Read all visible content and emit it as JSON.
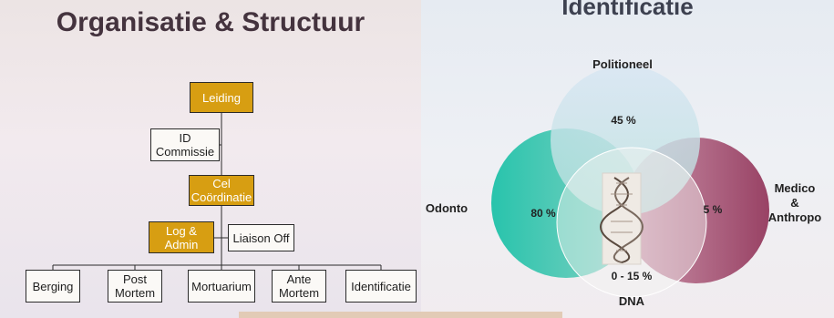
{
  "org_chart": {
    "title": "Organisatie & Structuur",
    "nodes": {
      "leiding": "Leiding",
      "id_commissie": "ID\nCommissie",
      "cel_coordinatie": "Cel\nCoördinatie",
      "log_admin": "Log &\nAdmin",
      "liaison_off": "Liaison Off",
      "berging": "Berging",
      "post_mortem": "Post\nMortem",
      "mortuarium": "Mortuarium",
      "ante_mortem": "Ante\nMortem",
      "identificatie": "Identificatie"
    }
  },
  "venn": {
    "title": "Identificatie",
    "sets": {
      "politioneel": {
        "label": "Politioneel",
        "value": "45 %",
        "color": "#c9e3ea"
      },
      "odonto": {
        "label": "Odonto",
        "value": "80 %",
        "color": "#1fae98"
      },
      "medico": {
        "label": "Medico\n&\nAnthropo",
        "value": "5 %",
        "color": "#9b3f63"
      },
      "dna": {
        "label": "DNA",
        "value": "0 - 15 %",
        "color": "#f3f3f1"
      }
    }
  },
  "colors": {
    "gold": "#d79e12",
    "title": "#44333e"
  }
}
